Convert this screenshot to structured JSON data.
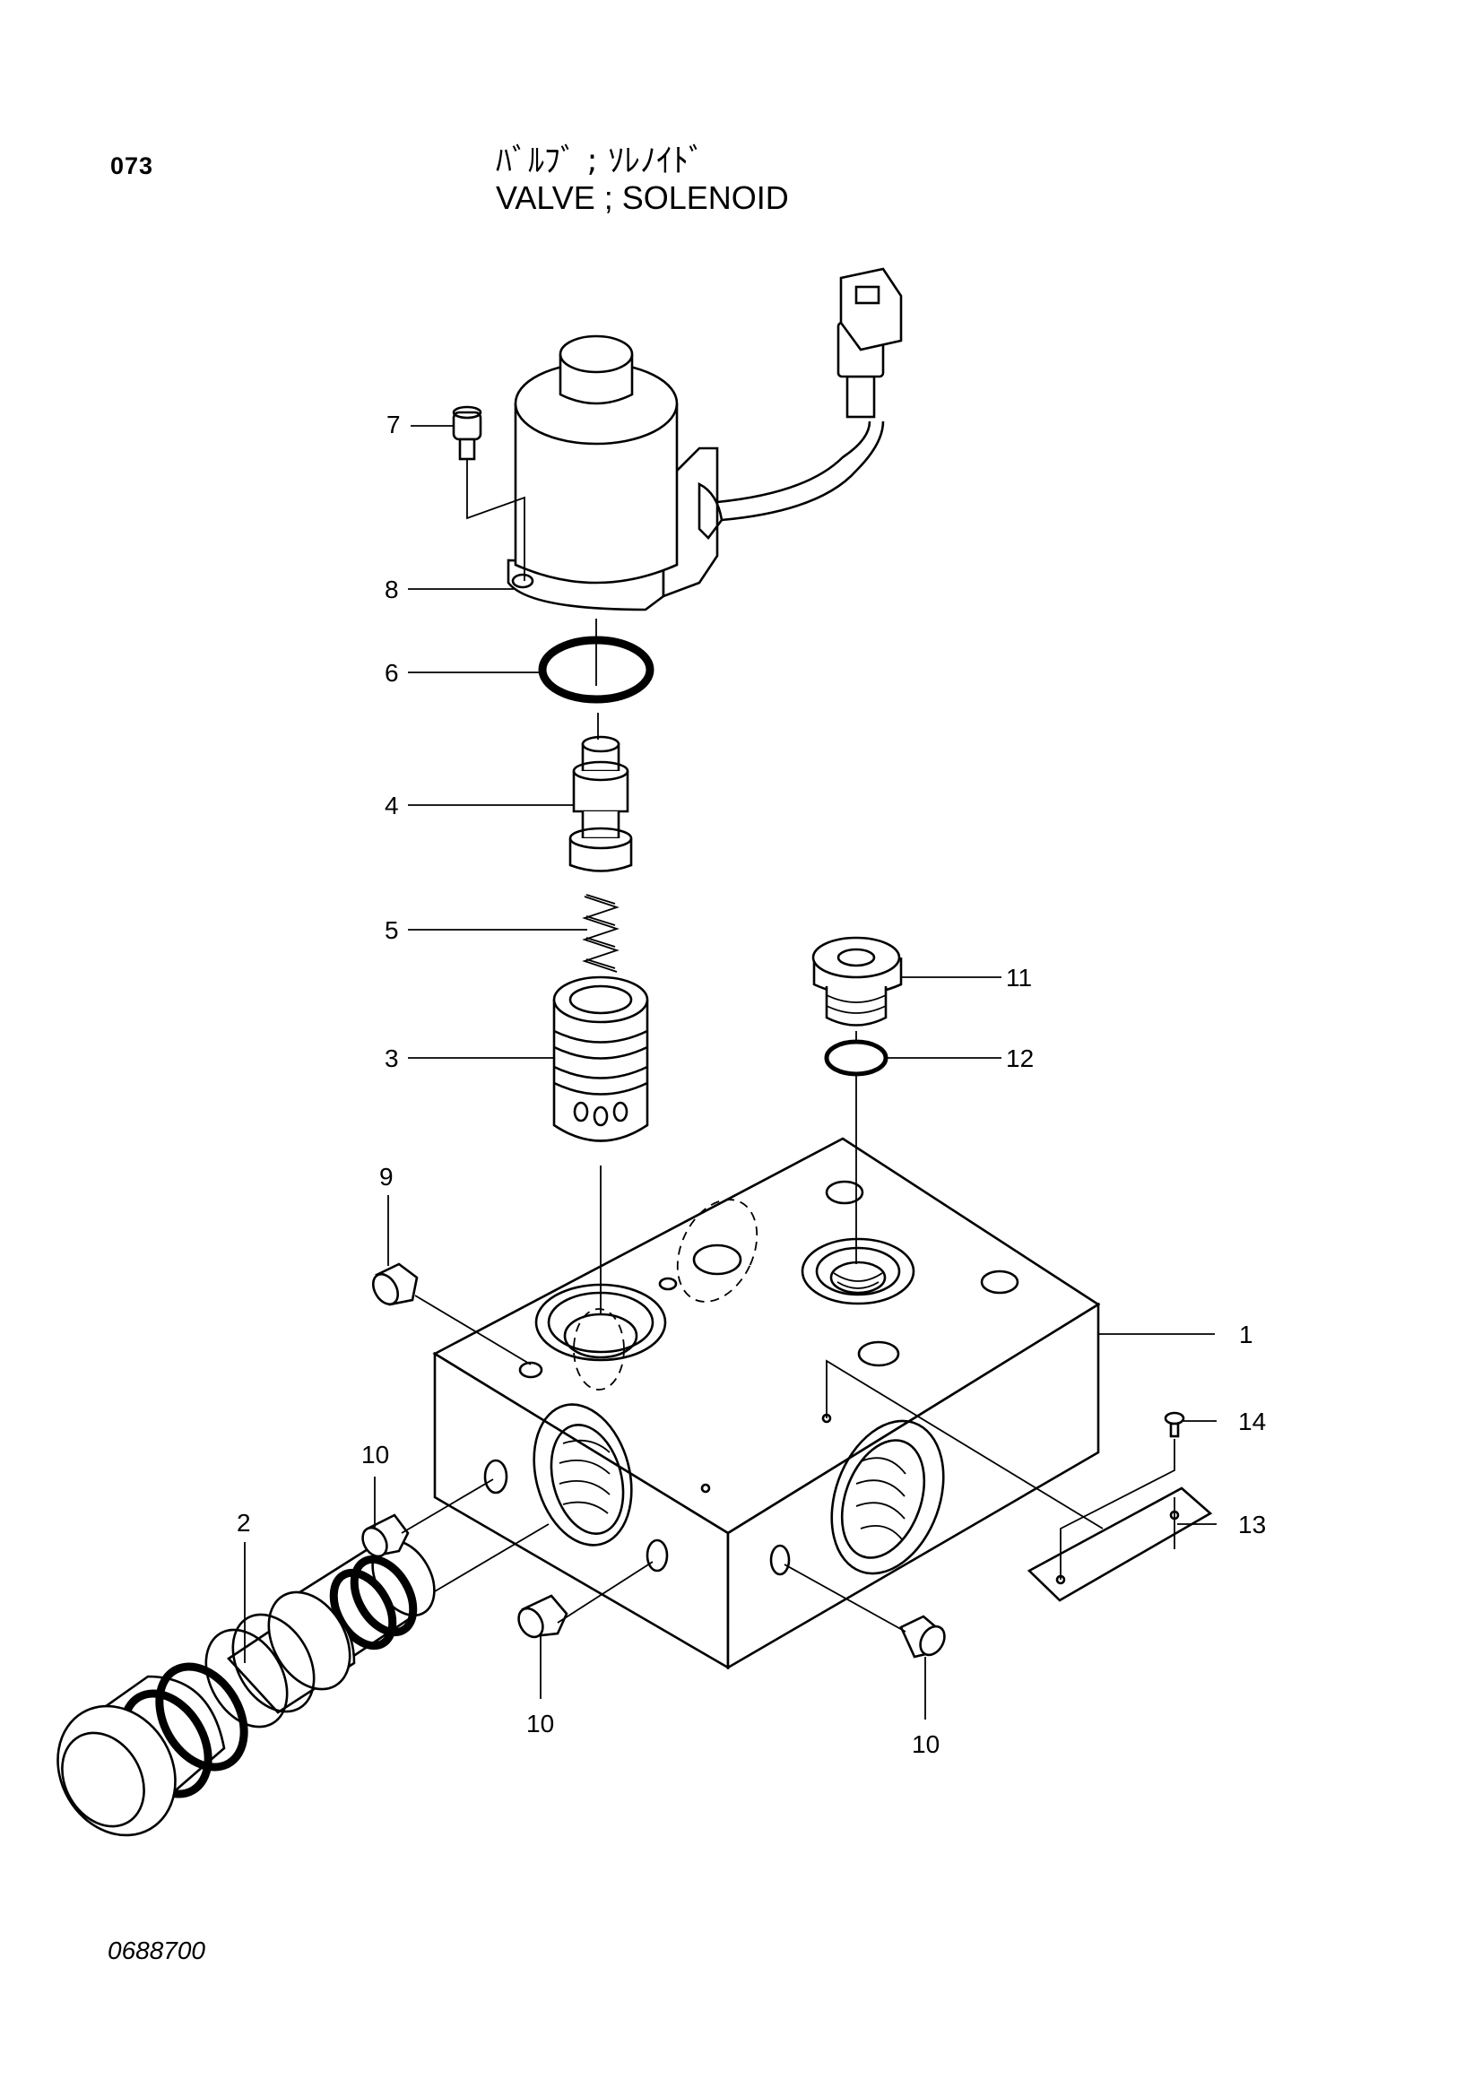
{
  "header": {
    "page_number": "073",
    "title_jp": "ﾊﾞﾙﾌﾞ ; ｿﾚﾉｲﾄﾞ",
    "title_en": "VALVE ; SOLENOID"
  },
  "footer": {
    "drawing_code": "0688700"
  },
  "callouts": [
    {
      "id": "callout-1",
      "label": "1"
    },
    {
      "id": "callout-2",
      "label": "2"
    },
    {
      "id": "callout-3",
      "label": "3"
    },
    {
      "id": "callout-4",
      "label": "4"
    },
    {
      "id": "callout-5",
      "label": "5"
    },
    {
      "id": "callout-6",
      "label": "6"
    },
    {
      "id": "callout-7",
      "label": "7"
    },
    {
      "id": "callout-8",
      "label": "8"
    },
    {
      "id": "callout-9",
      "label": "9"
    },
    {
      "id": "callout-10a",
      "label": "10"
    },
    {
      "id": "callout-10b",
      "label": "10"
    },
    {
      "id": "callout-10c",
      "label": "10"
    },
    {
      "id": "callout-11",
      "label": "11"
    },
    {
      "id": "callout-12",
      "label": "12"
    },
    {
      "id": "callout-13",
      "label": "13"
    },
    {
      "id": "callout-14",
      "label": "14"
    }
  ]
}
